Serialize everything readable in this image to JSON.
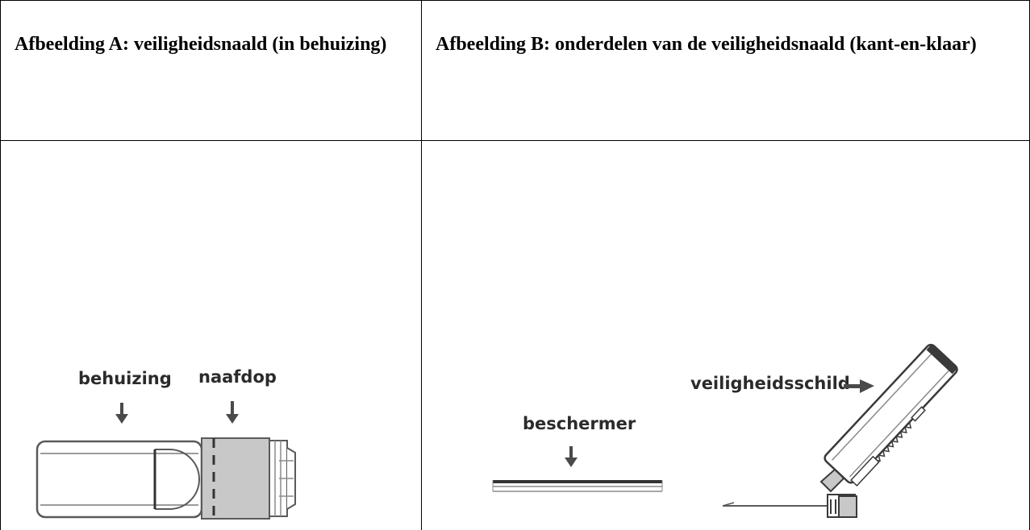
{
  "table": {
    "header_a": "Afbeelding A: veiligheidsnaald (in behuizing)",
    "header_b": "Afbeelding B: onderdelen van de veiligheidsnaald (kant-en-klaar)"
  },
  "figure_a": {
    "label_housing": "behuizing",
    "label_hub_cap": "naafdop"
  },
  "figure_b": {
    "label_protector": "beschermer",
    "label_safety_shield": "veiligheidsschild"
  }
}
